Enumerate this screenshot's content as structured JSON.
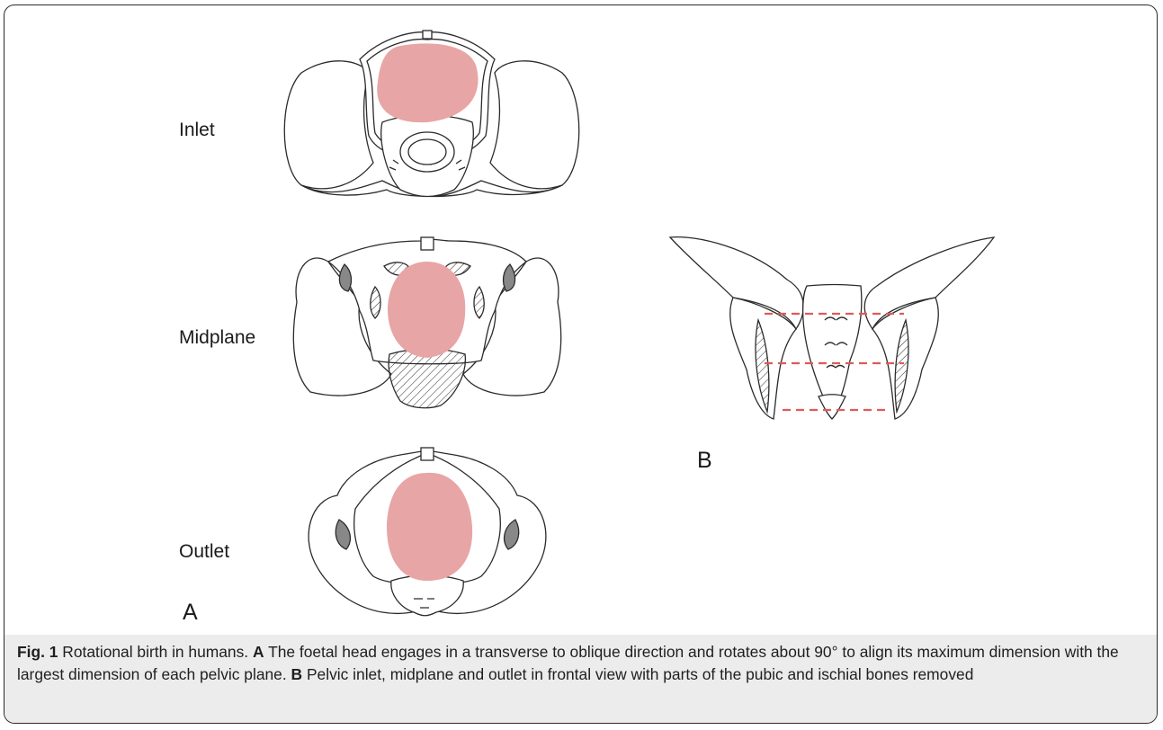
{
  "panel_a": {
    "letter": "A",
    "labels": {
      "inlet": "Inlet",
      "midplane": "Midplane",
      "outlet": "Outlet"
    }
  },
  "panel_b": {
    "letter": "B"
  },
  "colors": {
    "foetal_head": "#e8a5a5",
    "plane_line": "#e05a5a",
    "bone_shade": "#888888",
    "line": "#2b2b2b"
  },
  "caption": {
    "fig_label": "Fig. 1",
    "title": "Rotational birth in humans.",
    "a_label": "A",
    "a_text": "The foetal head engages in a transverse to oblique direction and rotates about 90° to align its maximum dimension with the largest dimension of each pelvic plane.",
    "b_label": "B",
    "b_text": "Pelvic inlet, midplane and outlet in frontal view with parts of the pubic and ischial bones removed"
  }
}
